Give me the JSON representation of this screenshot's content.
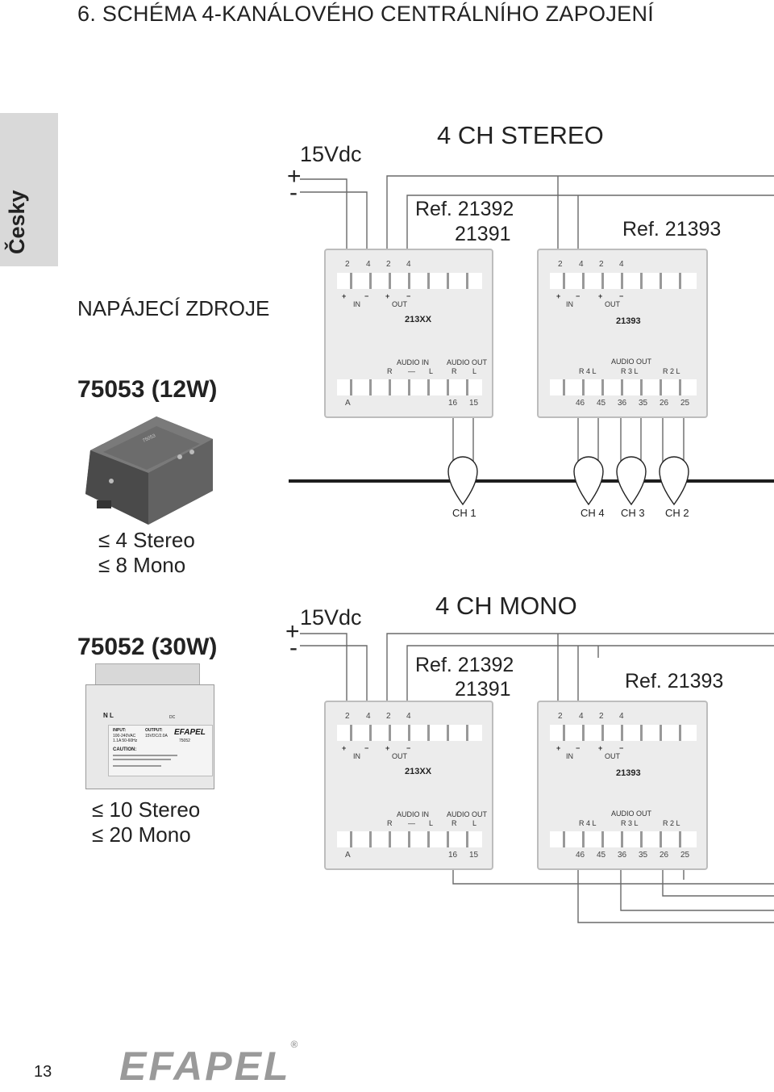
{
  "page_title": "6. SCHÉMA 4-KANÁLOVÉHO CENTRÁLNÍHO ZAPOJENÍ",
  "language_tab": "Česky",
  "power_supplies": {
    "heading": "NAPÁJECÍ ZDROJE",
    "units": [
      {
        "model": "75053 (12W)",
        "capacity": [
          "≤ 4 Stereo",
          "≤ 8 Mono"
        ]
      },
      {
        "model": "75052 (30W)",
        "capacity": [
          "≤ 10 Stereo",
          "≤ 20 Mono"
        ]
      }
    ],
    "label_75052": {
      "terminals": "N L",
      "dc": "DC",
      "input_head": "INPUT:",
      "input_val1": "100-240VAC",
      "input_val2": "1.1A 50-60Hz",
      "output_head": "OUTPUT:",
      "output_val": "15VDC/2.0A",
      "brand": "EFAPEL",
      "code": "75052",
      "caution": "CAUTION:"
    },
    "label_75053": {
      "code": "75053"
    }
  },
  "stereo": {
    "title": "4 CH STEREO",
    "voltage": "15Vdc",
    "plus": "+",
    "minus": "-",
    "ref_a": "Ref. 21392",
    "ref_a2": "21391",
    "ref_b": "Ref. 21393",
    "channels": [
      "CH 1",
      "CH 4",
      "CH 3",
      "CH 2"
    ]
  },
  "mono": {
    "title": "4 CH MONO",
    "voltage": "15Vdc",
    "plus": "+",
    "minus": "-",
    "ref_a": "Ref. 21392",
    "ref_a2": "21391",
    "ref_b": "Ref. 21393"
  },
  "module_a": {
    "top_terms": [
      "2",
      "4",
      "2",
      "4"
    ],
    "in": "IN",
    "out": "OUT",
    "plus": "+",
    "minus": "−",
    "name": "213XX",
    "audio_in": "AUDIO IN",
    "audio_out": "AUDIO OUT",
    "r": "R",
    "dash": "—",
    "l": "L",
    "a": "A",
    "bottom_terms": [
      "16",
      "15"
    ]
  },
  "module_b": {
    "top_terms": [
      "2",
      "4",
      "2",
      "4"
    ],
    "in": "IN",
    "out": "OUT",
    "plus": "+",
    "minus": "−",
    "name": "21393",
    "audio_out": "AUDIO OUT",
    "channels": [
      "R 4 L",
      "R 3 L",
      "R 2 L"
    ],
    "bottom_terms": [
      "46",
      "45",
      "36",
      "35",
      "26",
      "25"
    ]
  },
  "footer": {
    "page_number": "13",
    "logo": "EFAPEL",
    "reg": "®"
  }
}
